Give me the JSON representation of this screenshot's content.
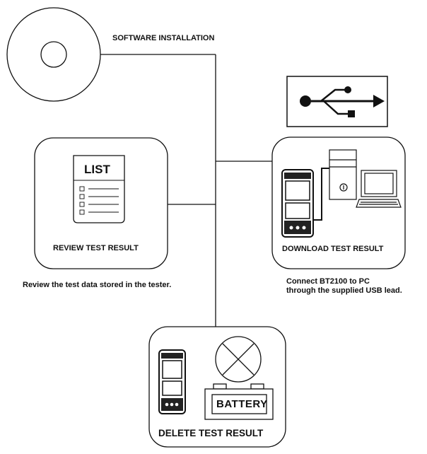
{
  "labels": {
    "software_installation": "SOFTWARE INSTALLATION",
    "review_test_result": "REVIEW TEST RESULT",
    "download_test_result": "DOWNLOAD TEST RESULT",
    "delete_test_result": "DELETE TEST RESULT"
  },
  "descriptions": {
    "review": "Review the test data stored in the tester.",
    "download_line1": "Connect BT2100 to PC",
    "download_line2": "through the supplied USB lead."
  },
  "icon_text": {
    "list": "LIST",
    "battery": "BATTERY"
  },
  "icons": [
    "cd-disc-icon",
    "usb-icon",
    "list-document-icon",
    "tester-device-icon",
    "pc-tower-icon",
    "monitor-icon",
    "delete-cross-icon",
    "battery-icon"
  ]
}
